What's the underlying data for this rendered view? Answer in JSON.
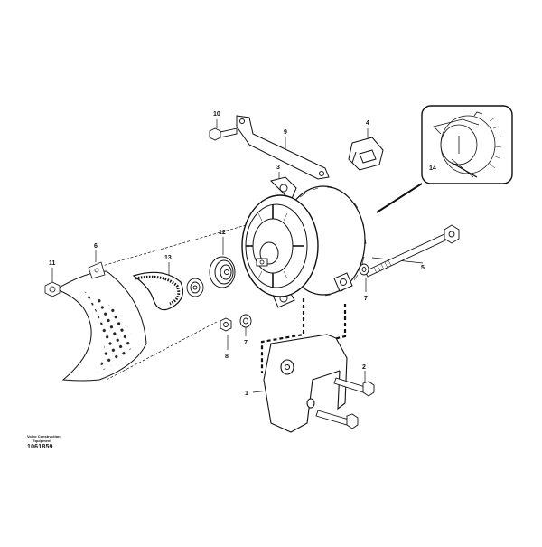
{
  "drawing": {
    "brand_line1": "Volvo Construction",
    "brand_line2": "Equipment",
    "drawing_number": "1061859"
  },
  "callouts": {
    "c1": "1",
    "c2": "2",
    "c3": "3",
    "c4": "4",
    "c5": "5",
    "c6": "6",
    "c7a": "7",
    "c7b": "7",
    "c8": "8",
    "c9": "9",
    "c10": "10",
    "c11": "11",
    "c12": "12",
    "c13": "13",
    "c14": "14"
  }
}
